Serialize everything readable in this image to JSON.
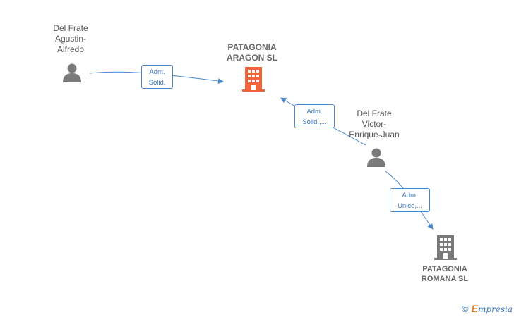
{
  "nodes": {
    "person_agustin": {
      "line1": "Del Frate",
      "line2": "Agustin-",
      "line3": "Alfredo"
    },
    "company_aragon": {
      "line1": "PATAGONIA",
      "line2": "ARAGON  SL"
    },
    "person_victor": {
      "line1": "Del Frate",
      "line2": "Victor-",
      "line3": "Enrique-Juan"
    },
    "company_romana": {
      "line1": "PATAGONIA",
      "line2": "ROMANA  SL"
    }
  },
  "edges": [
    {
      "line1": "Adm.",
      "line2": "Solid."
    },
    {
      "line1": "Adm.",
      "line2": "Solid.,..."
    },
    {
      "line1": "Adm.",
      "line2": "Unico,..."
    }
  ],
  "footer": {
    "copyright": "©",
    "brand_initial": "E",
    "brand_rest": "mpresia"
  },
  "colors": {
    "edge": "#4a86c9",
    "person_icon": "#7a7a7a",
    "company_main": "#f0643c",
    "company_other": "#7a7a7a"
  }
}
